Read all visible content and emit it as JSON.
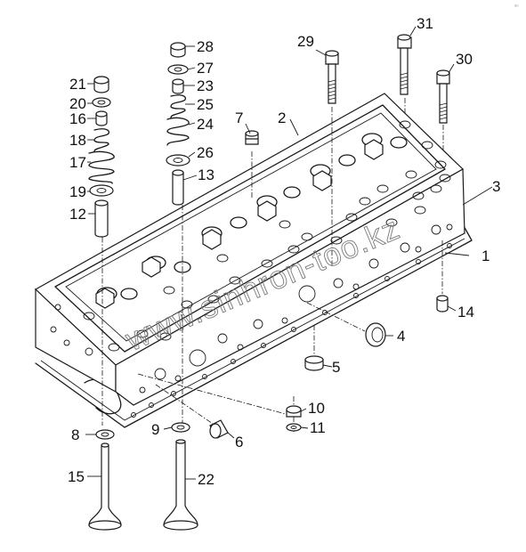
{
  "corner_mark": "ᵃᵒ",
  "watermark": "www.sinhron-too.kz",
  "callouts": [
    "1",
    "2",
    "3",
    "4",
    "5",
    "6",
    "7",
    "8",
    "9",
    "10",
    "11",
    "12",
    "13",
    "14",
    "15",
    "16",
    "17",
    "18",
    "19",
    "20",
    "21",
    "22",
    "23",
    "24",
    "25",
    "26",
    "27",
    "28",
    "29",
    "30",
    "31"
  ]
}
